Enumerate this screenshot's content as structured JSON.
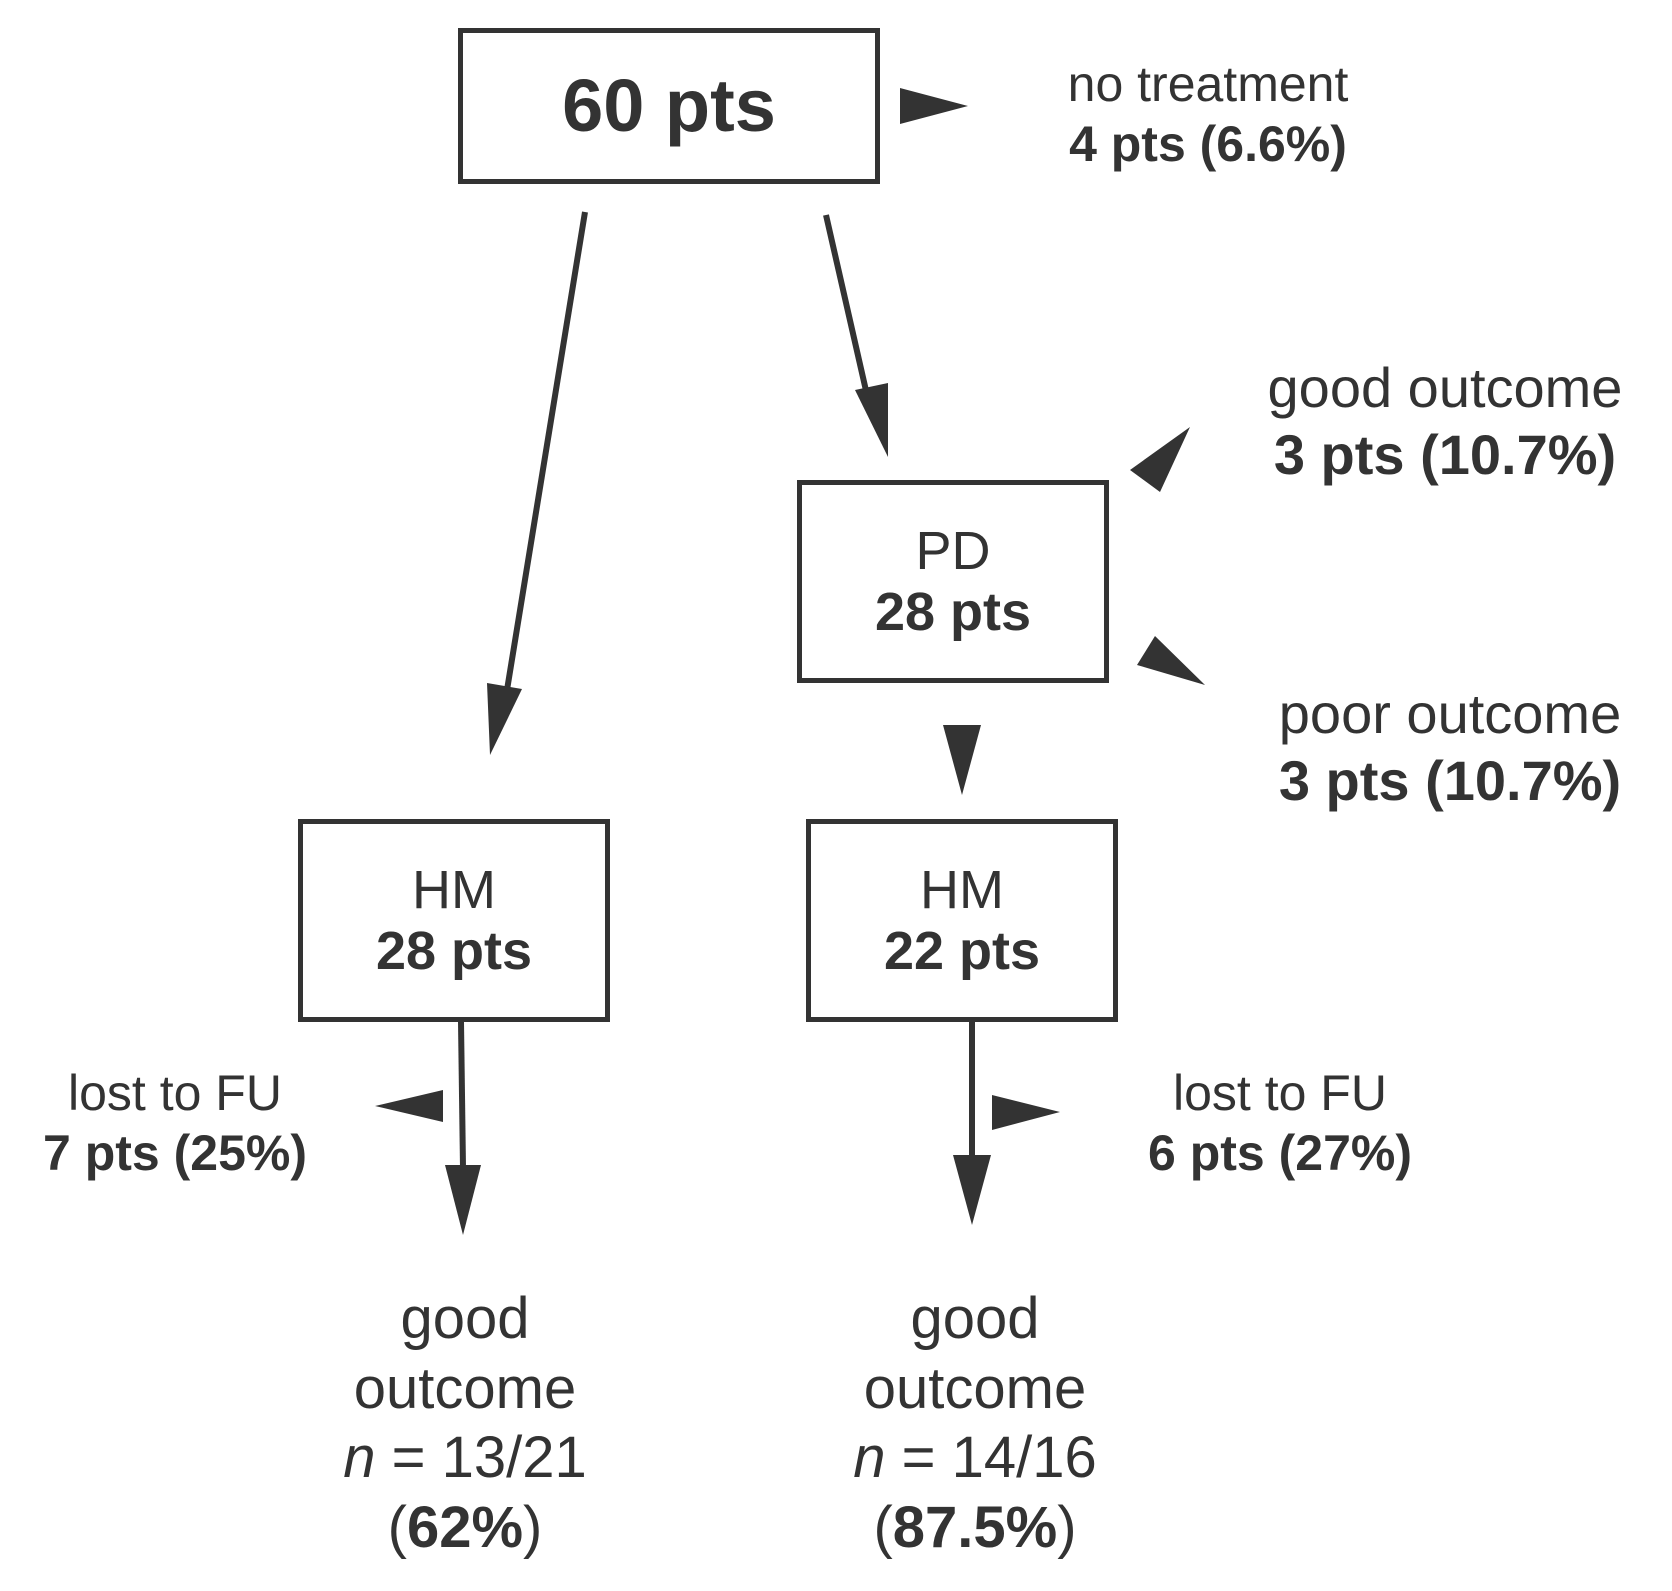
{
  "nodes": {
    "root": {
      "count": "60 pts"
    },
    "pd": {
      "title": "PD",
      "count": "28 pts"
    },
    "hm_left": {
      "title": "HM",
      "count": "28 pts"
    },
    "hm_right": {
      "title": "HM",
      "count": "22 pts"
    }
  },
  "annotations": {
    "no_treatment": {
      "label": "no treatment",
      "value": "4 pts (6.6%)"
    },
    "pd_good": {
      "label": "good outcome",
      "value": "3 pts (10.7%)"
    },
    "pd_poor": {
      "label": "poor outcome",
      "value": "3 pts (10.7%)"
    },
    "lost_left": {
      "label": "lost to FU",
      "value": "7 pts (25%)"
    },
    "lost_right": {
      "label": "lost to FU",
      "value": "6 pts (27%)"
    }
  },
  "outcomes": {
    "left": {
      "line1": "good",
      "line2": "outcome",
      "n_symbol": "n",
      "n_text": " = 13/21",
      "open": "(",
      "pct": "62%",
      "close": ")"
    },
    "right": {
      "line1": "good",
      "line2": "outcome",
      "n_symbol": "n",
      "n_text": " = 14/16",
      "open": "(",
      "pct": "87.5%",
      "close": ")"
    }
  },
  "colors": {
    "ink": "#333333",
    "background": "#ffffff"
  }
}
